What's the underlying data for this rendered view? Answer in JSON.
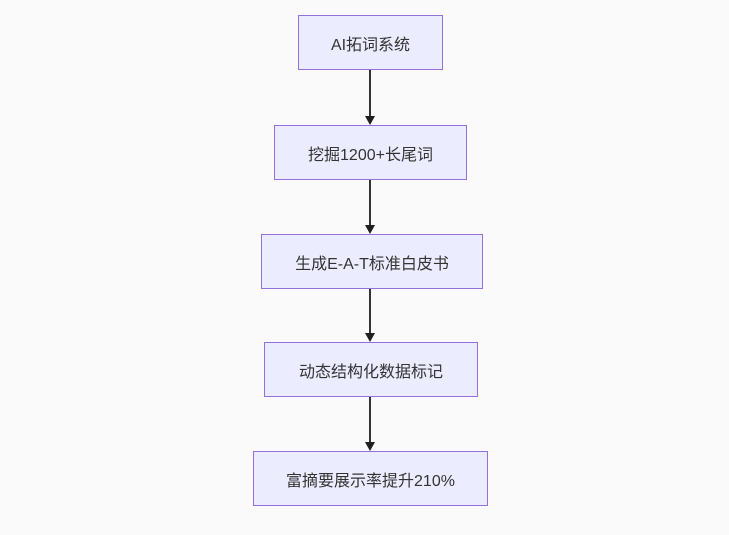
{
  "diagram": {
    "type": "flowchart",
    "direction": "top-down",
    "steps": [
      {
        "id": "node-1",
        "label": "AI拓词系统"
      },
      {
        "id": "node-2",
        "label": "挖掘1200+长尾词"
      },
      {
        "id": "node-3",
        "label": "生成E-A-T标准白皮书"
      },
      {
        "id": "node-4",
        "label": "动态结构化数据标记"
      },
      {
        "id": "node-5",
        "label": "富摘要展示率提升210%"
      }
    ],
    "edges": [
      {
        "from": "node-1",
        "to": "node-2",
        "style": "arrow-down"
      },
      {
        "from": "node-2",
        "to": "node-3",
        "style": "arrow-down"
      },
      {
        "from": "node-3",
        "to": "node-4",
        "style": "arrow-down"
      },
      {
        "from": "node-4",
        "to": "node-5",
        "style": "arrow-down"
      }
    ],
    "colors": {
      "node_fill": "#ECECFF",
      "node_border": "#9370DB",
      "node_text": "#333333",
      "arrow": "#333333",
      "background": "#fafafa"
    }
  }
}
